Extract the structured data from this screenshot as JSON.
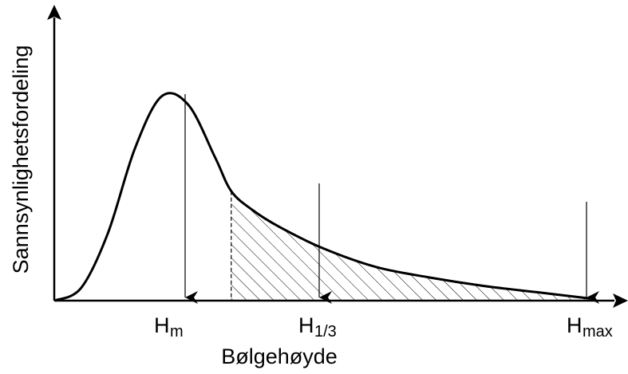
{
  "diagram": {
    "y_axis_label": "Sannsynlighetsfordeling",
    "x_axis_label": "Bølgehøyde",
    "markers": [
      {
        "id": "hm",
        "base": "H",
        "sub": "m"
      },
      {
        "id": "h13",
        "base": "H",
        "sub": "1/3"
      },
      {
        "id": "hmax",
        "base": "H",
        "sub": "max"
      }
    ]
  },
  "chart_data": {
    "type": "area",
    "description_note": "",
    "x": [
      0,
      0.05,
      0.1,
      0.15,
      0.2,
      0.25,
      0.3,
      0.33,
      0.37,
      0.42,
      0.5,
      0.6,
      0.7,
      0.8,
      0.9,
      1.0
    ],
    "y": [
      0,
      0.06,
      0.32,
      0.72,
      0.97,
      0.93,
      0.68,
      0.52,
      0.43,
      0.35,
      0.25,
      0.16,
      0.11,
      0.07,
      0.04,
      0.01
    ],
    "hatched_from_x": 0.33,
    "grid": false,
    "legend": "none"
  },
  "colors": {
    "ink": "#000000",
    "background": "#ffffff"
  }
}
